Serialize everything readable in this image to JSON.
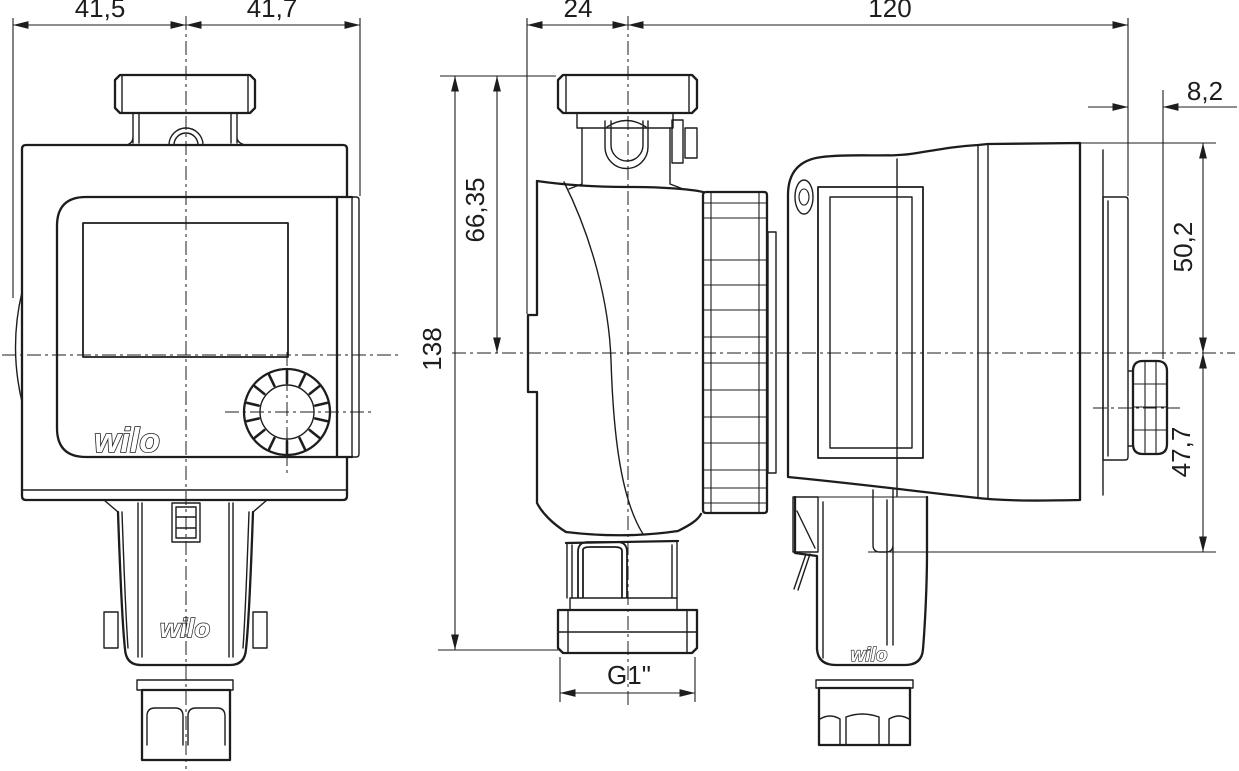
{
  "page": {
    "background": "#ffffff",
    "line_color": "#1d1d1d"
  },
  "front_view": {
    "dim_width_left": "41,5",
    "dim_width_right": "41,7",
    "body_logo": "wilo",
    "plug_logo": "wilo"
  },
  "side_view": {
    "dim_port_to_left_edge": "24",
    "dim_port_to_back": "120",
    "dim_knob_offset": "8,2",
    "dim_top_to_axis": "66,35",
    "dim_total_height": "138",
    "dim_axis_to_top": "50,2",
    "dim_axis_to_bottom": "47,7",
    "dim_port_thread": "G1\"",
    "plug_logo": "wilo"
  }
}
